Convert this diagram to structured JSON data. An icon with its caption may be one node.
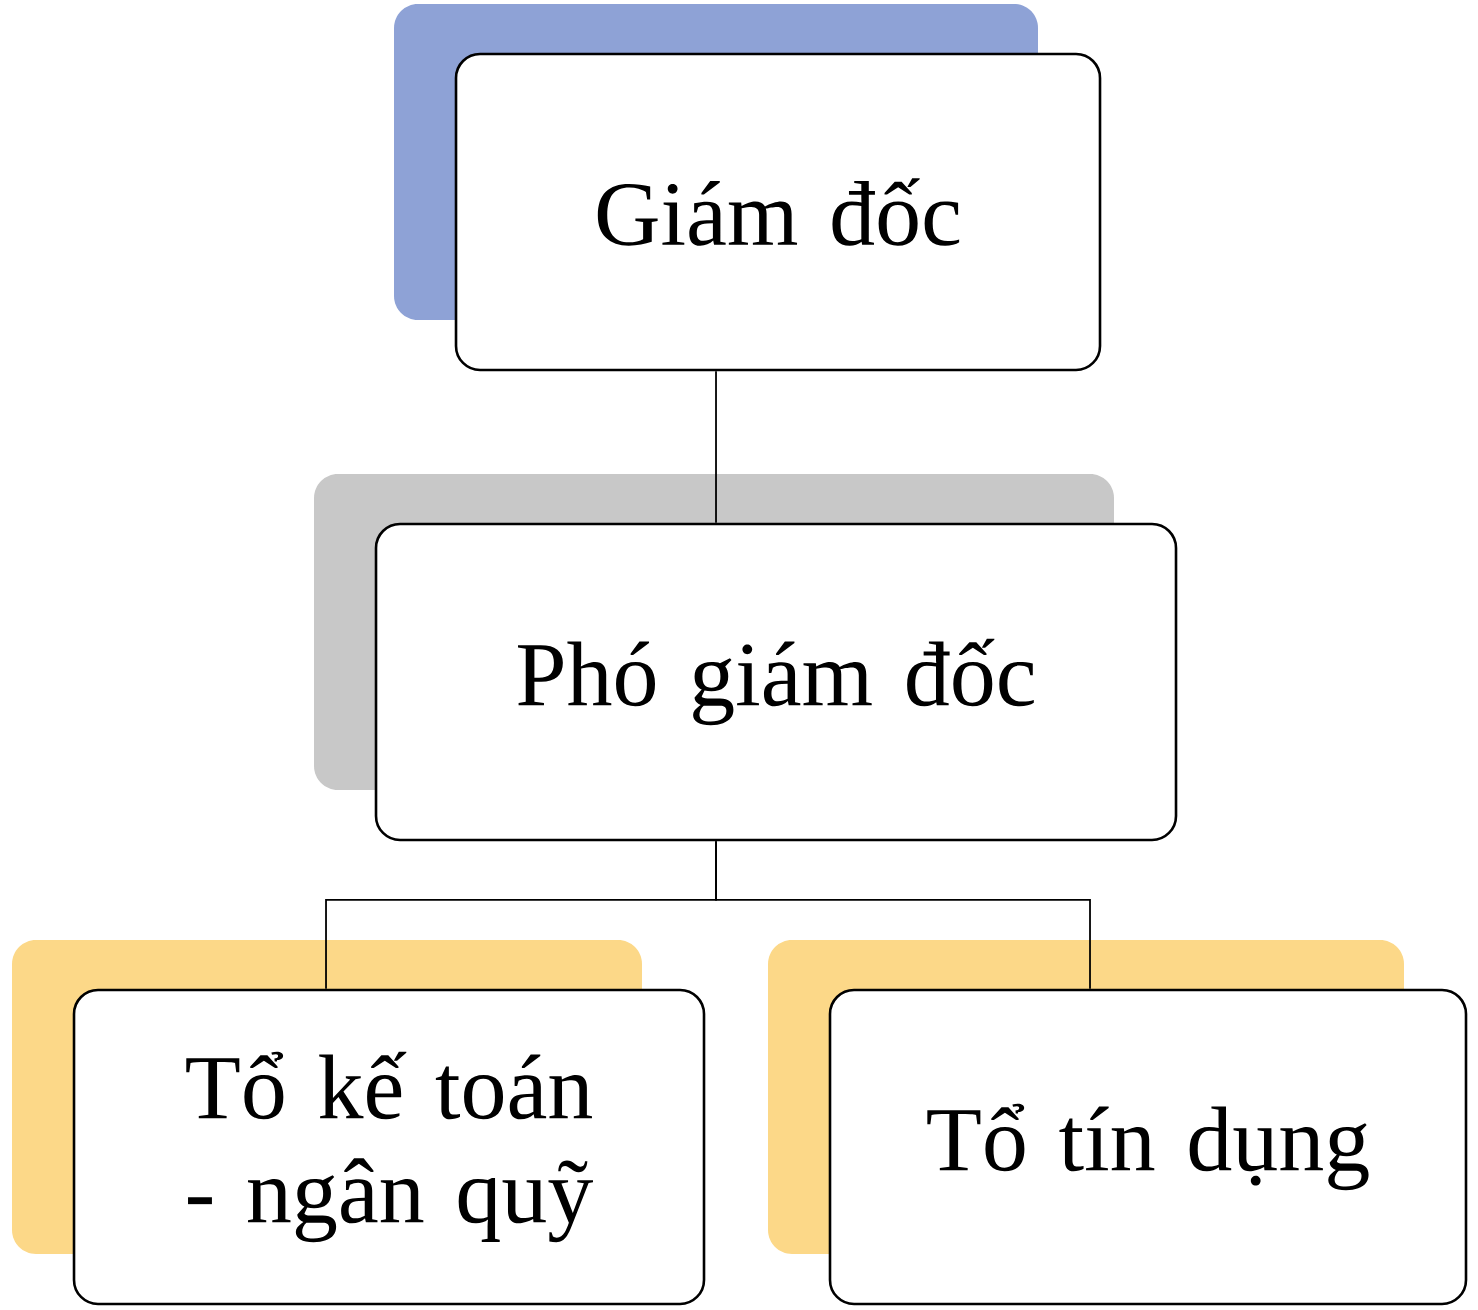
{
  "diagram": {
    "nodes": [
      {
        "text": [
          "Giám đốc"
        ]
      },
      {
        "text": [
          "Phó giám đốc"
        ]
      },
      {
        "text": [
          "Tổ kế toán - ngân quỹ"
        ]
      },
      {
        "text": [
          "Tổ tín dụng"
        ]
      }
    ],
    "edges": [
      {
        "from": 0,
        "to": 1,
        "arrow": "none"
      },
      {
        "from": 1,
        "to": 2,
        "arrow": "none"
      },
      {
        "from": 1,
        "to": 3,
        "arrow": "none"
      }
    ]
  }
}
